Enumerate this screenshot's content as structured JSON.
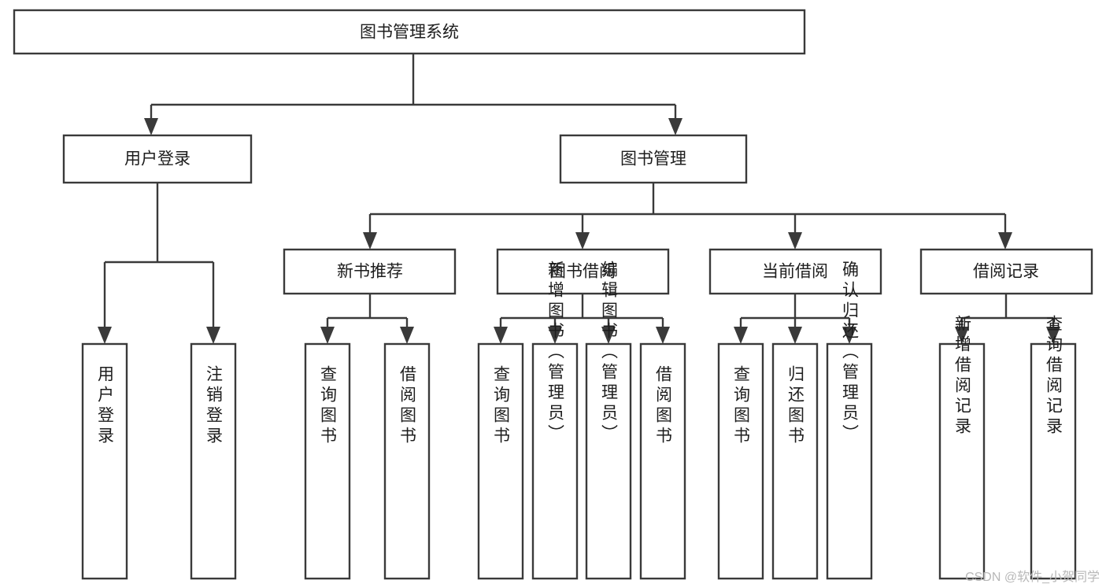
{
  "diagram": {
    "title": "图书管理系统",
    "type": "tree-hierarchy-chart",
    "levels": {
      "root": {
        "label": "图书管理系统",
        "orientation": "horizontal"
      },
      "level2": [
        {
          "id": "user-login",
          "label": "用户登录",
          "orientation": "horizontal"
        },
        {
          "id": "book-manage",
          "label": "图书管理",
          "orientation": "horizontal"
        }
      ],
      "level3": [
        {
          "id": "new-book-recommend",
          "label": "新书推荐",
          "orientation": "horizontal",
          "parent": "book-manage"
        },
        {
          "id": "book-borrow",
          "label": "图书借阅",
          "orientation": "horizontal",
          "parent": "book-manage"
        },
        {
          "id": "current-borrow",
          "label": "当前借阅",
          "orientation": "horizontal",
          "parent": "book-manage"
        },
        {
          "id": "borrow-record",
          "label": "借阅记录",
          "orientation": "horizontal",
          "parent": "book-manage"
        }
      ],
      "leaves": [
        {
          "id": "leaf-user-login",
          "label": "用户登录",
          "orientation": "vertical",
          "parent": "user-login"
        },
        {
          "id": "leaf-logout-login",
          "label": "注销登录",
          "orientation": "vertical",
          "parent": "user-login"
        },
        {
          "id": "leaf-query-book-1",
          "label": "查询图书",
          "orientation": "vertical",
          "parent": "new-book-recommend"
        },
        {
          "id": "leaf-borrow-book-1",
          "label": "借阅图书",
          "orientation": "vertical",
          "parent": "new-book-recommend"
        },
        {
          "id": "leaf-query-book-2",
          "label": "查询图书",
          "orientation": "vertical",
          "parent": "book-borrow"
        },
        {
          "id": "leaf-add-book",
          "label": "新增图书（管理员）",
          "orientation": "vertical",
          "parent": "book-borrow"
        },
        {
          "id": "leaf-edit-book",
          "label": "编辑图书（管理员）",
          "orientation": "vertical",
          "parent": "book-borrow"
        },
        {
          "id": "leaf-borrow-book-2",
          "label": "借阅图书",
          "orientation": "vertical",
          "parent": "book-borrow"
        },
        {
          "id": "leaf-query-book-3",
          "label": "查询图书",
          "orientation": "vertical",
          "parent": "current-borrow"
        },
        {
          "id": "leaf-return-book",
          "label": "归还图书",
          "orientation": "vertical",
          "parent": "current-borrow"
        },
        {
          "id": "leaf-confirm-return",
          "label": "确认归还（管理员）",
          "orientation": "vertical",
          "parent": "current-borrow"
        },
        {
          "id": "leaf-add-record",
          "label": "新增借阅记录",
          "orientation": "vertical",
          "parent": "borrow-record"
        },
        {
          "id": "leaf-query-record",
          "label": "查询借阅记录",
          "orientation": "vertical",
          "parent": "borrow-record"
        }
      ]
    },
    "colors": {
      "stroke": "#3a3a3a",
      "fill": "#ffffff",
      "text": "#1d1d1d",
      "watermark": "#b8b8b8"
    }
  },
  "watermark": {
    "text": "CSDN @软件_小贺同学"
  }
}
